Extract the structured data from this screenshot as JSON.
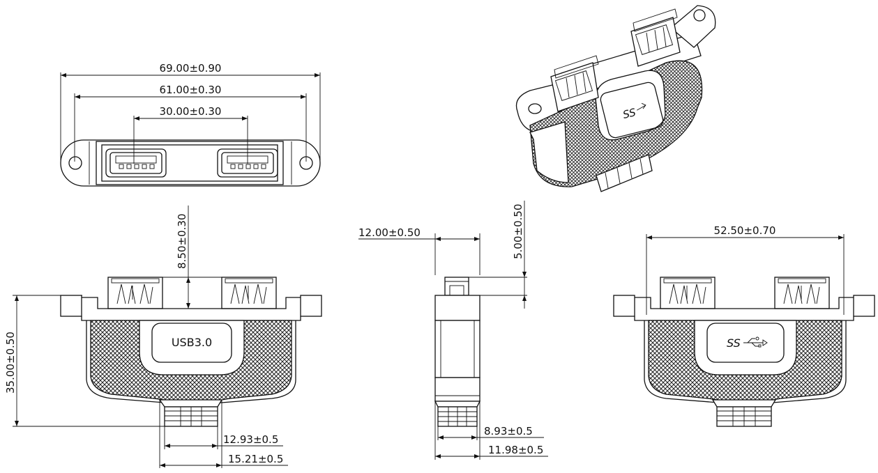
{
  "top_view": {
    "dim_overall": "69.00±0.90",
    "dim_holes": "61.00±0.30",
    "dim_ports": "30.00±0.30"
  },
  "front_view": {
    "dim_port_height": "8.50±0.30",
    "dim_total_height": "35.00±0.50",
    "dim_cable_inner": "12.93±0.5",
    "dim_cable_outer": "15.21±0.5",
    "label_text": "USB3.0"
  },
  "side_view": {
    "dim_width": "12.00±0.50",
    "dim_port_protrusion": "5.00±0.50",
    "dim_cable_inner": "8.93±0.5",
    "dim_cable_outer": "11.98±0.5"
  },
  "rear_view": {
    "dim_body_width": "52.50±0.70",
    "logo_text": "SS"
  },
  "iso_view": {
    "logo_text": "SS"
  }
}
